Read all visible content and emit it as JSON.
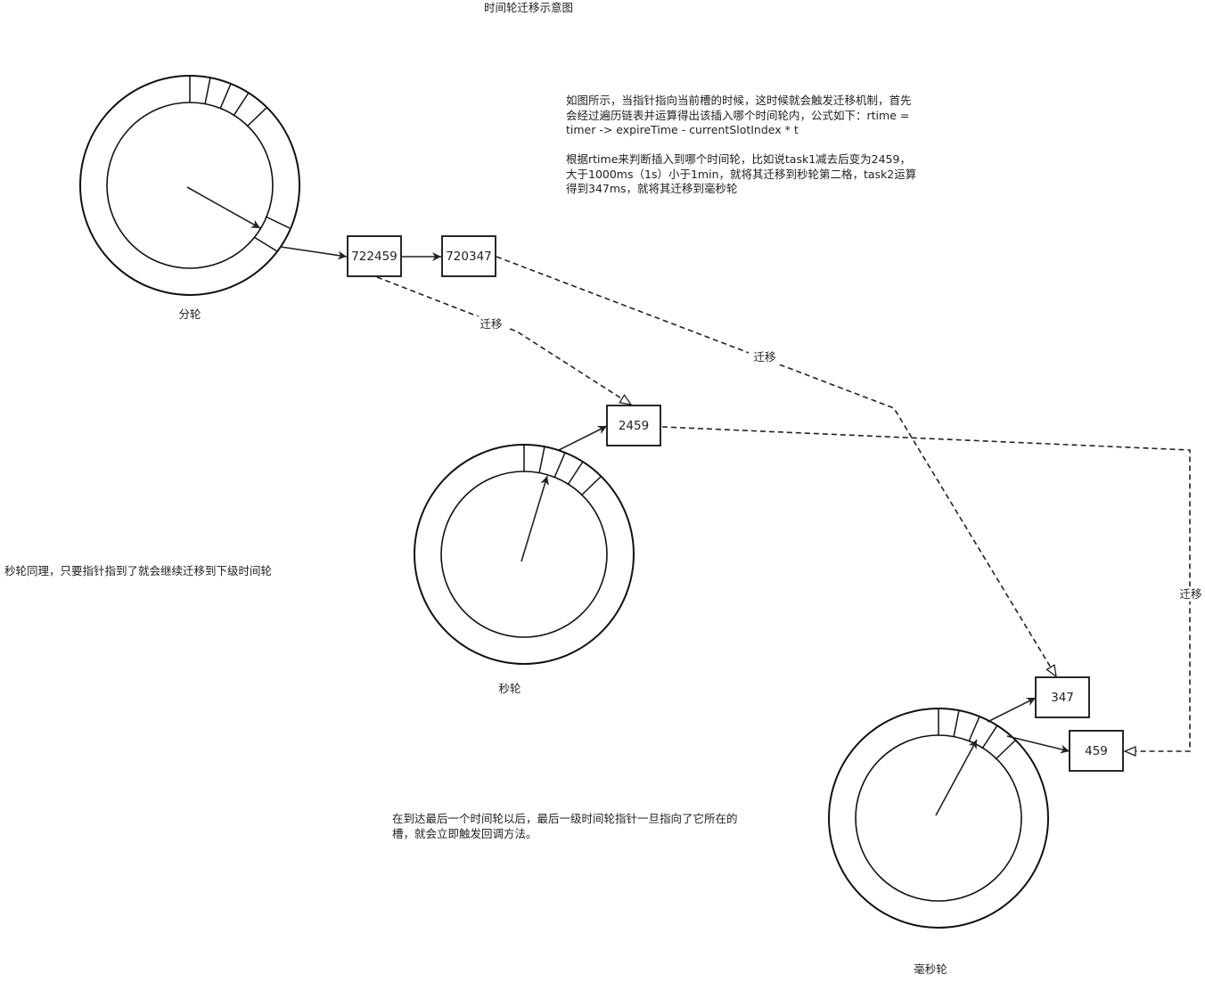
{
  "title": "时间轮迁移示意图",
  "wheels": {
    "minute": {
      "label": "分轮"
    },
    "second": {
      "label": "秒轮"
    },
    "milli": {
      "label": "毫秒轮"
    }
  },
  "nodes": {
    "task1": "722459",
    "task2": "720347",
    "sec_slot": "2459",
    "ms_a": "347",
    "ms_b": "459"
  },
  "edge_labels": {
    "migrate_1": "迁移",
    "migrate_2": "迁移",
    "migrate_3": "迁移"
  },
  "notes": {
    "main": {
      "para1": "如图所示，当指针指向当前槽的时候，这时候就会触发迁移机制，首先会经过遍历链表并运算得出该插入哪个时间轮内，公式如下：rtime = timer -> expireTime - currentSlotIndex * t",
      "para2": "根据rtime来判断插入到哪个时间轮，比如说task1减去后变为2459，大于1000ms（1s）小于1min，就将其迁移到秒轮第二格，task2运算得到347ms，就将其迁移到毫秒轮"
    },
    "second": "秒轮同理，只要指针指到了就会继续迁移到下级时间轮",
    "final": "在到达最后一个时间轮以后，最后一级时间轮指针一旦指向了它所在的槽，就会立即触发回调方法。"
  }
}
